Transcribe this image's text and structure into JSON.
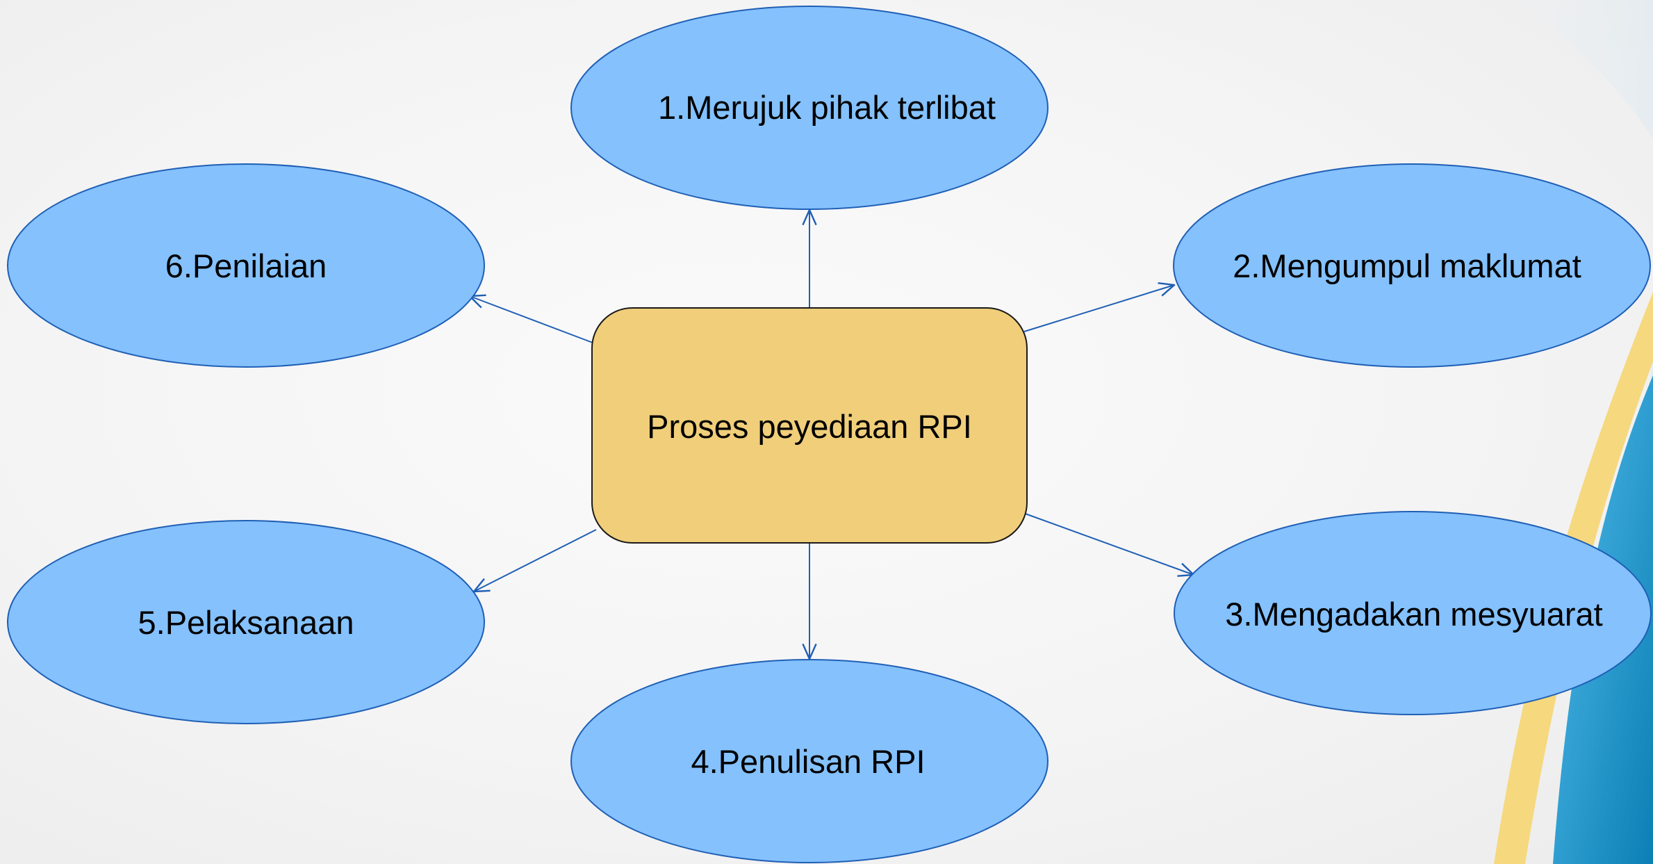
{
  "diagram": {
    "center": {
      "label": "Proses peyediaan RPI"
    },
    "steps": [
      {
        "id": "step-1",
        "label": "1.Merujuk pihak terlibat"
      },
      {
        "id": "step-2",
        "label": "2.Mengumpul maklumat"
      },
      {
        "id": "step-3",
        "label": "3.Mengadakan mesyuarat"
      },
      {
        "id": "step-4",
        "label": "4.Penulisan RPI"
      },
      {
        "id": "step-5",
        "label": "5.Pelaksanaan"
      },
      {
        "id": "step-6",
        "label": "6.Penilaian"
      }
    ]
  },
  "colors": {
    "center_fill": "#f0ce7a",
    "ellipse_fill": "#84c1fd",
    "ellipse_stroke": "#1f5fb5",
    "connector": "#1f5fb5",
    "accent_yellow": "#f6d87e",
    "accent_blue": "#1590c4"
  }
}
